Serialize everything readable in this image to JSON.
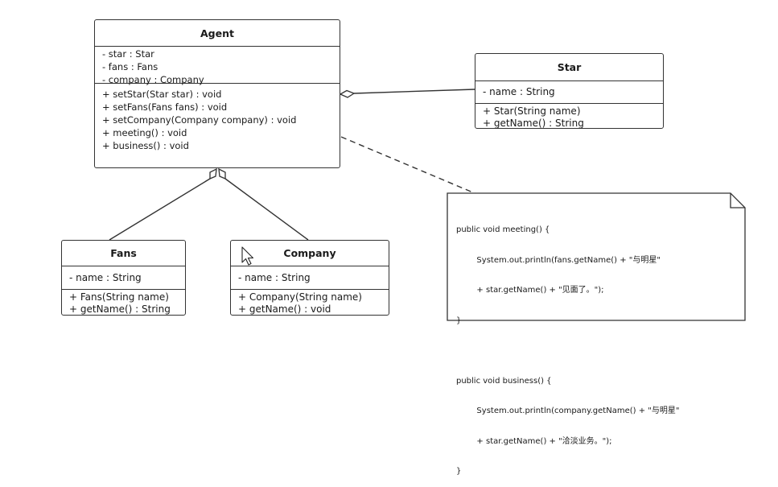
{
  "classes": {
    "agent": {
      "name": "Agent",
      "attributes": [
        "- star : Star",
        "- fans : Fans",
        "- company : Company"
      ],
      "operations": [
        "+ setStar(Star star) : void",
        "+ setFans(Fans fans) : void",
        "+ setCompany(Company company) : void",
        "+ meeting() : void",
        "+ business() : void"
      ]
    },
    "star": {
      "name": "Star",
      "attributes": [
        "- name : String"
      ],
      "operations": [
        "+ Star(String name)",
        "+ getName() : String"
      ]
    },
    "fans": {
      "name": "Fans",
      "attributes": [
        "- name : String"
      ],
      "operations": [
        "+ Fans(String name)",
        "+ getName() : String"
      ]
    },
    "company": {
      "name": "Company",
      "attributes": [
        "- name : String"
      ],
      "operations": [
        "+ Company(String name)",
        "+ getName() : void"
      ]
    }
  },
  "note": {
    "lines": [
      "public void meeting() {",
      "        System.out.println(fans.getName() + \"与明星\"",
      "        + star.getName() + \"见面了。\");",
      "}",
      "",
      "public void business() {",
      "        System.out.println(company.getName() + \"与明星\"",
      "        + star.getName() + \"洽淡业务。\");",
      "}"
    ]
  },
  "relations": [
    {
      "type": "aggregation",
      "whole": "Agent",
      "part": "Star"
    },
    {
      "type": "aggregation",
      "whole": "Agent",
      "part": "Fans"
    },
    {
      "type": "aggregation",
      "whole": "Agent",
      "part": "Company"
    },
    {
      "type": "note-link",
      "from": "Agent",
      "to": "note"
    }
  ],
  "colors": {
    "stroke": "#333333",
    "fill": "#ffffff"
  }
}
